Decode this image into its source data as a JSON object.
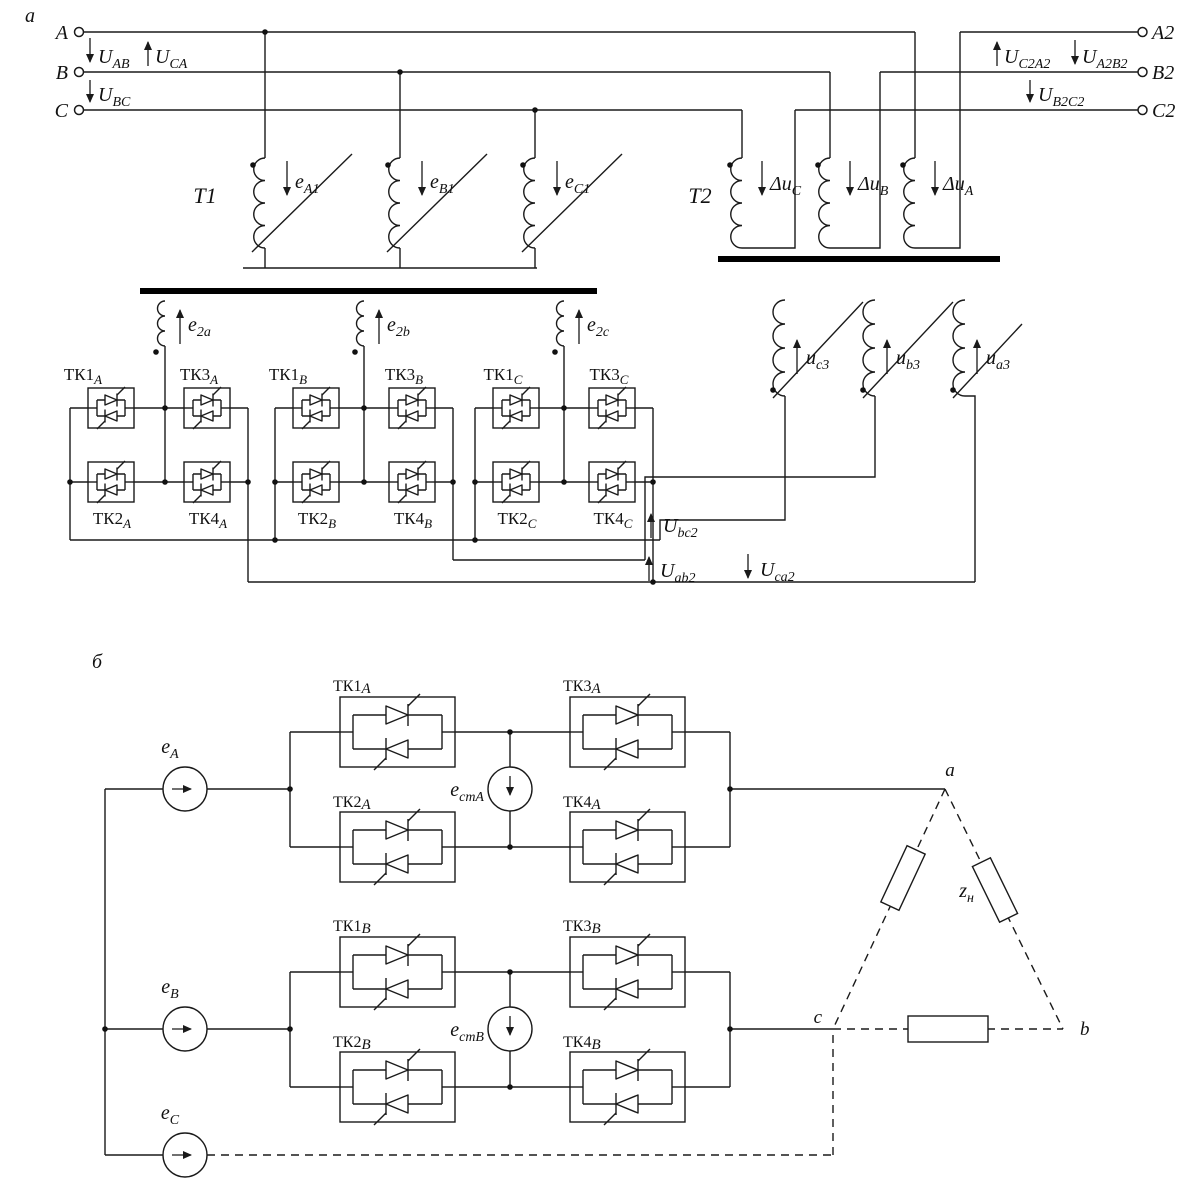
{
  "panel_a": {
    "label": "а",
    "terminals_in": [
      "A",
      "B",
      "C"
    ],
    "terminals_out": [
      "A2",
      "B2",
      "C2"
    ],
    "v_in": [
      {
        "m": "U",
        "s": "AB"
      },
      {
        "m": "U",
        "s": "CA"
      },
      {
        "m": "U",
        "s": "BC"
      }
    ],
    "v_out": [
      {
        "m": "U",
        "s": "C2A2"
      },
      {
        "m": "U",
        "s": "A2B2"
      },
      {
        "m": "U",
        "s": "B2C2"
      }
    ],
    "t1": "T1",
    "t2": "T2",
    "w_t1": [
      {
        "m": "e",
        "s": "A1"
      },
      {
        "m": "e",
        "s": "B1"
      },
      {
        "m": "e",
        "s": "C1"
      }
    ],
    "w_t2": [
      {
        "m": "Δu",
        "s": "C"
      },
      {
        "m": "Δu",
        "s": "B"
      },
      {
        "m": "Δu",
        "s": "A"
      }
    ],
    "w_sec": [
      {
        "m": "e",
        "s": "2a"
      },
      {
        "m": "e",
        "s": "2b"
      },
      {
        "m": "e",
        "s": "2c"
      }
    ],
    "w_comp": [
      {
        "m": "u",
        "s": "c3"
      },
      {
        "m": "u",
        "s": "b3"
      },
      {
        "m": "u",
        "s": "a3"
      }
    ],
    "tk": [
      [
        {
          "m": "ТК1",
          "s": "А"
        },
        {
          "m": "ТК3",
          "s": "А"
        },
        {
          "m": "ТК2",
          "s": "А"
        },
        {
          "m": "ТК4",
          "s": "А"
        }
      ],
      [
        {
          "m": "ТК1",
          "s": "В"
        },
        {
          "m": "ТК3",
          "s": "В"
        },
        {
          "m": "ТК2",
          "s": "В"
        },
        {
          "m": "ТК4",
          "s": "В"
        }
      ],
      [
        {
          "m": "ТК1",
          "s": "С"
        },
        {
          "m": "ТК3",
          "s": "С"
        },
        {
          "m": "ТК2",
          "s": "С"
        },
        {
          "m": "ТК4",
          "s": "С"
        }
      ]
    ],
    "v_load": [
      {
        "m": "U",
        "s": "bc2"
      },
      {
        "m": "U",
        "s": "ab2"
      },
      {
        "m": "U",
        "s": "ca2"
      }
    ]
  },
  "panel_b": {
    "label": "б",
    "sources": [
      {
        "m": "e",
        "s": "A"
      },
      {
        "m": "e",
        "s": "B"
      },
      {
        "m": "e",
        "s": "C"
      }
    ],
    "ctrl": [
      {
        "m": "e",
        "s": "стA"
      },
      {
        "m": "e",
        "s": "стB"
      }
    ],
    "tk": [
      [
        {
          "m": "ТК1",
          "s": "А"
        },
        {
          "m": "ТК3",
          "s": "А"
        },
        {
          "m": "ТК2",
          "s": "А"
        },
        {
          "m": "ТК4",
          "s": "А"
        }
      ],
      [
        {
          "m": "ТК1",
          "s": "В"
        },
        {
          "m": "ТК3",
          "s": "В"
        },
        {
          "m": "ТК2",
          "s": "В"
        },
        {
          "m": "ТК4",
          "s": "В"
        }
      ]
    ],
    "load": {
      "z": {
        "m": "z",
        "s": "н"
      },
      "nodes": [
        "a",
        "b",
        "c"
      ]
    }
  }
}
